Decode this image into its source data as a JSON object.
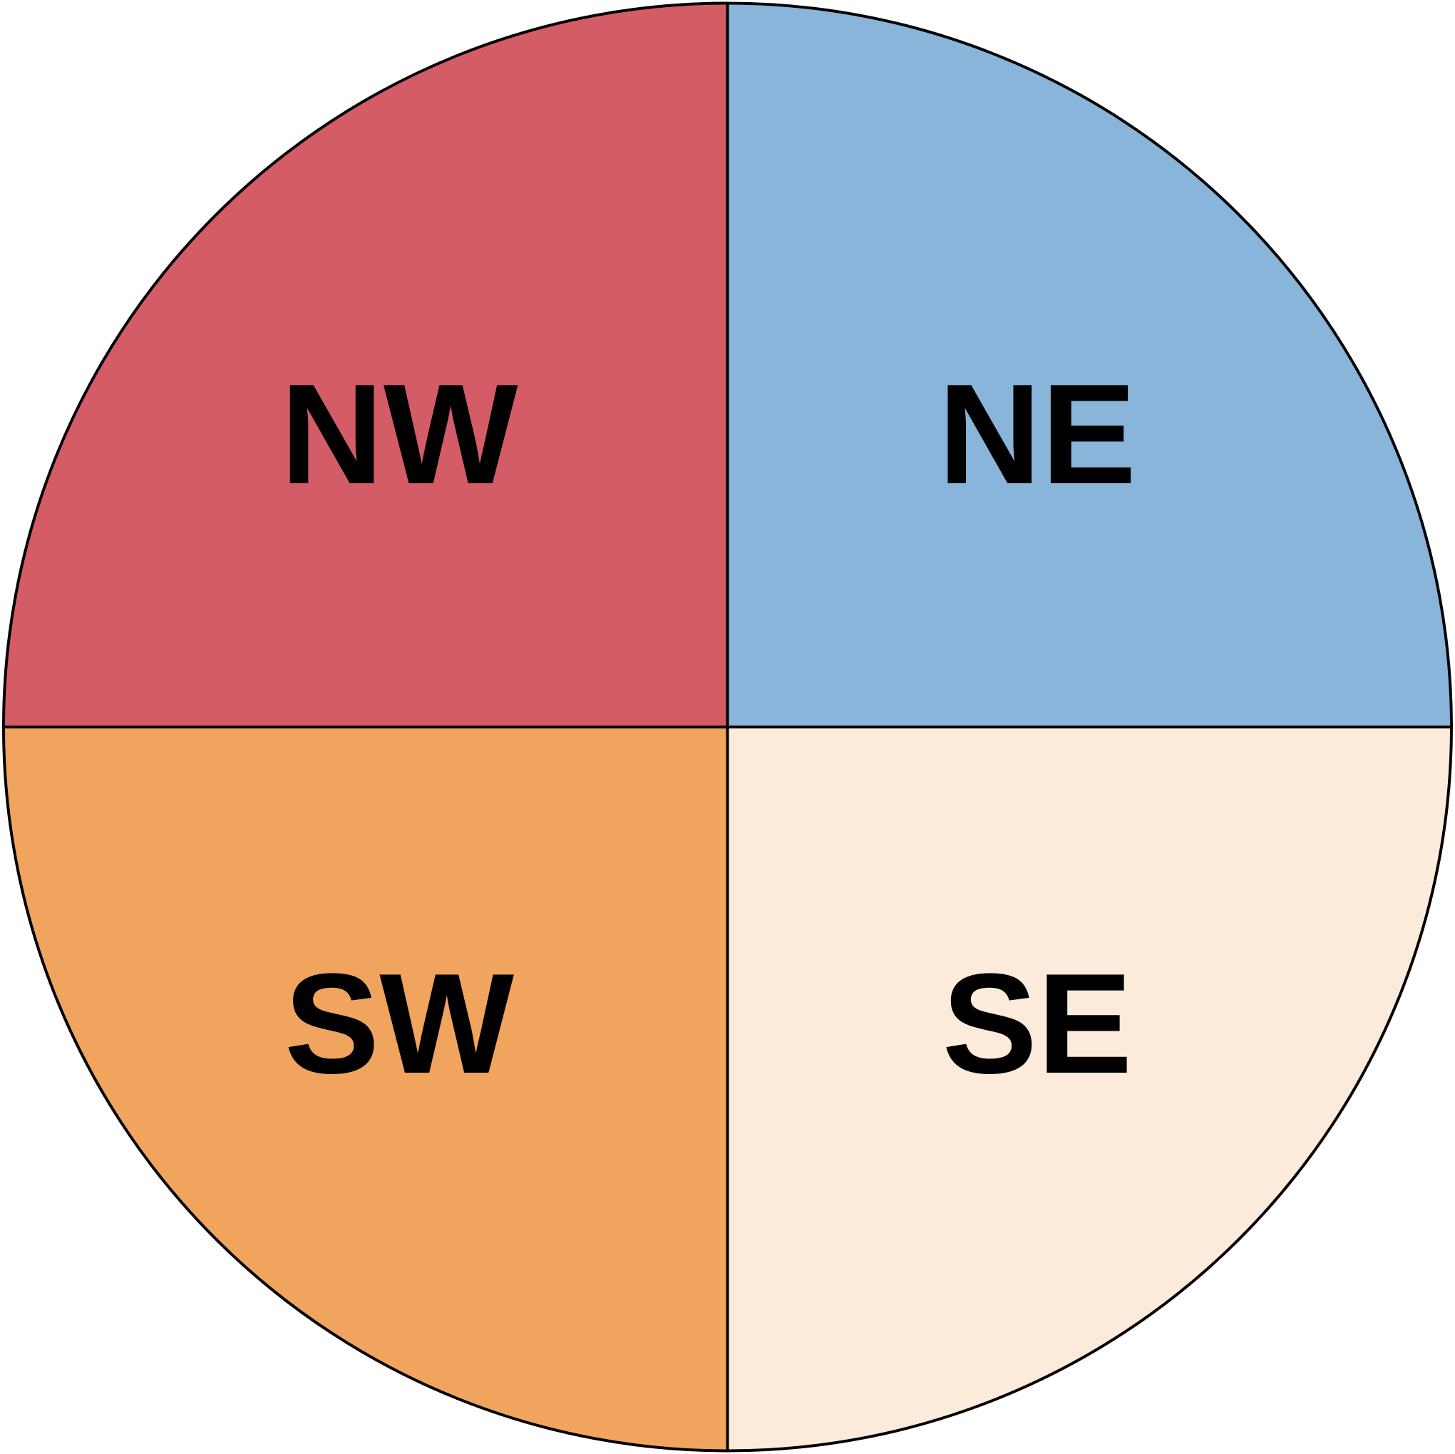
{
  "diagram": {
    "quadrants": [
      {
        "id": "nw",
        "label": "NW",
        "color": "#d45c66"
      },
      {
        "id": "ne",
        "label": "NE",
        "color": "#88b5d9"
      },
      {
        "id": "sw",
        "label": "SW",
        "color": "#f0a45d"
      },
      {
        "id": "se",
        "label": "SE",
        "color": "#fcebda"
      }
    ],
    "outline_color": "#000000"
  }
}
